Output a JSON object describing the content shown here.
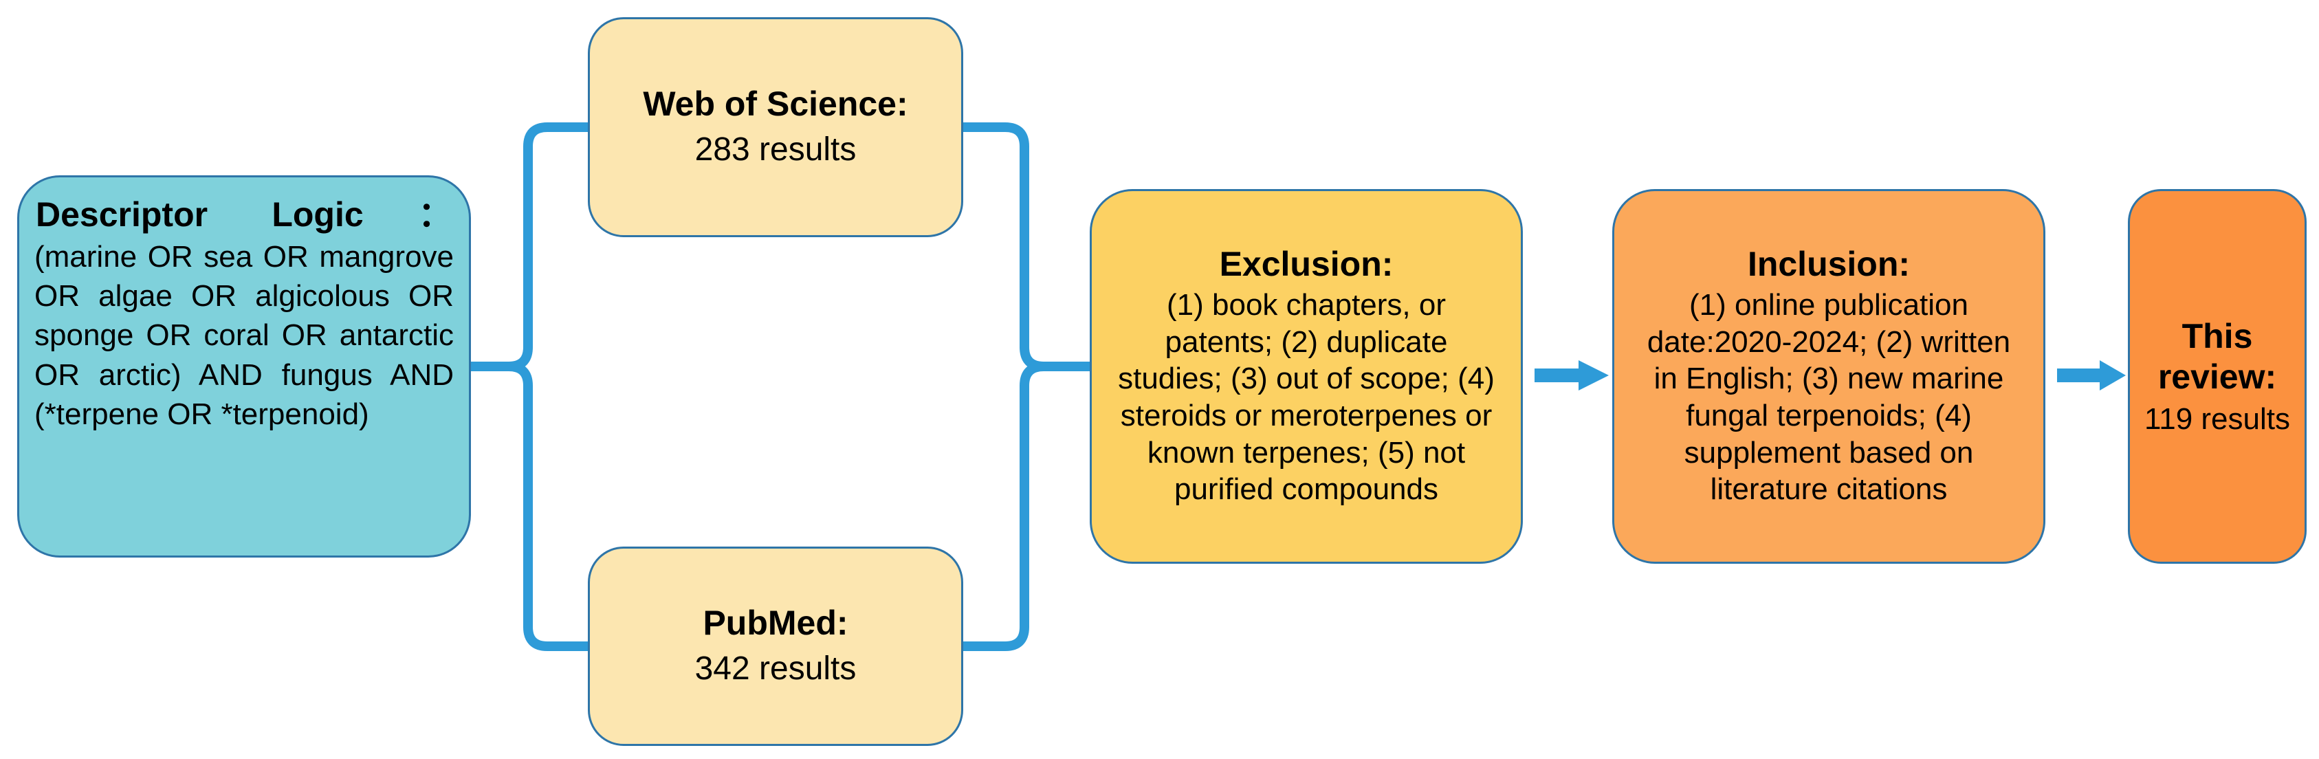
{
  "diagram": {
    "type": "literature-search-flowchart",
    "accent_color": "#2E9BD8",
    "border_color": "#2E75A8"
  },
  "nodes": {
    "descriptor": {
      "title": "Descriptor Logic：",
      "body": "(marine OR sea OR mangrove OR algae OR algicolous OR sponge OR coral OR antarctic OR arctic) AND fungus AND (*terpene OR *terpenoid)",
      "fill": "#7FD1DB"
    },
    "web_of_science": {
      "title": "Web of Science:",
      "body": "283 results",
      "count": 283,
      "fill": "#FCE6B0"
    },
    "pubmed": {
      "title": "PubMed:",
      "body": "342 results",
      "count": 342,
      "fill": "#FCE6B0"
    },
    "exclusion": {
      "title": "Exclusion:",
      "body": "(1) book chapters, or patents; (2) duplicate studies; (3) out of scope; (4) steroids or meroterpenes or known terpenes; (5) not purified compounds",
      "fill": "#FCD163"
    },
    "inclusion": {
      "title": "Inclusion:",
      "body": "(1) online publication date:2020-2024; (2) written in English; (3) new marine fungal terpenoids; (4) supplement based on literature citations",
      "fill": "#FBA85A"
    },
    "this_review": {
      "title": "This review:",
      "body": "119 results",
      "count": 119,
      "fill": "#FB913F"
    }
  },
  "connectors": {
    "split_bracket_label": "descriptor-to-sources",
    "merge_bracket_label": "sources-to-exclusion",
    "arrow_exclusion_to_inclusion": "arrow",
    "arrow_inclusion_to_review": "arrow"
  }
}
